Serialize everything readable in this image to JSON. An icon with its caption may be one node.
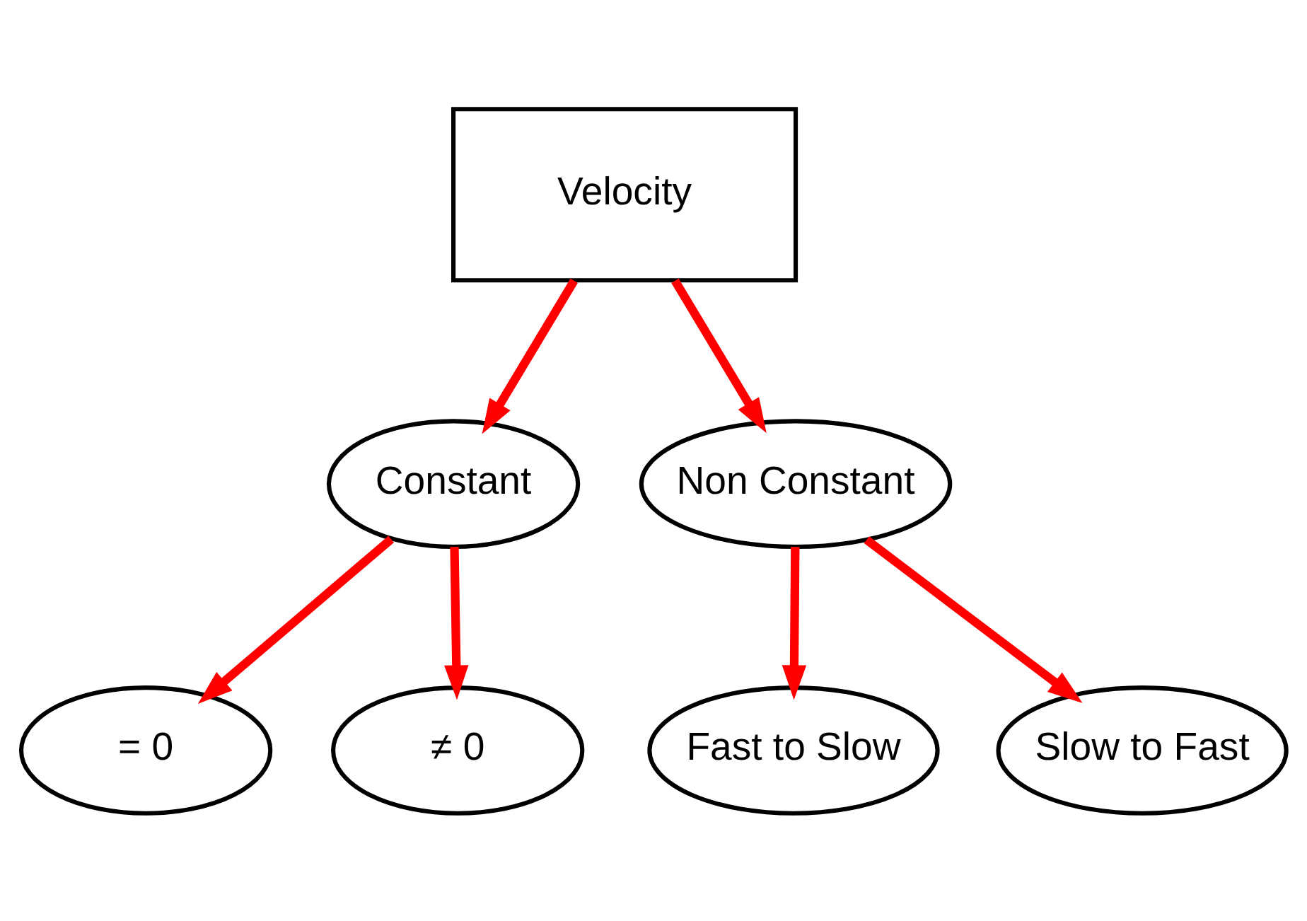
{
  "diagram": {
    "nodes": [
      {
        "text": [
          "Velocity"
        ]
      },
      {
        "text": [
          "Constant"
        ]
      },
      {
        "text": [
          "Non Constant"
        ]
      },
      {
        "text": [
          "= 0"
        ]
      },
      {
        "text": [
          "≠ 0"
        ]
      },
      {
        "text": [
          "Fast to Slow"
        ]
      },
      {
        "text": [
          "Slow to Fast"
        ]
      }
    ],
    "edges": [
      {
        "from": 0,
        "to": 1,
        "arrow": "to"
      },
      {
        "from": 0,
        "to": 2,
        "arrow": "to"
      },
      {
        "from": 1,
        "to": 3,
        "arrow": "to"
      },
      {
        "from": 1,
        "to": 4,
        "arrow": "to"
      },
      {
        "from": 2,
        "to": 5,
        "arrow": "to"
      },
      {
        "from": 2,
        "to": 6,
        "arrow": "to"
      }
    ]
  }
}
